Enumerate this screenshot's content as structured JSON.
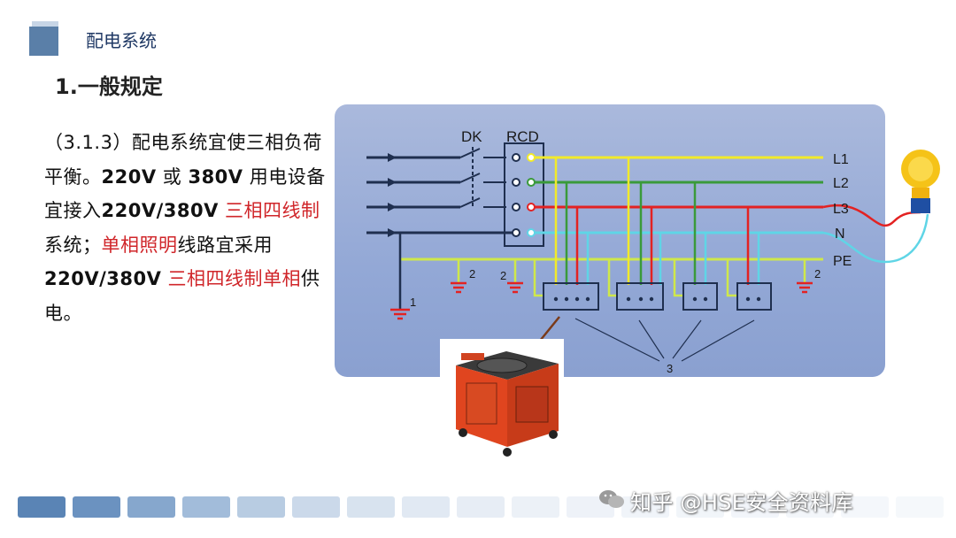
{
  "header": {
    "section_title": "配电系统",
    "heading": "1.一般规定"
  },
  "body": {
    "t1": "（3.1.3）配电系统宜使三相负荷平衡。",
    "t2": "220V",
    "t3": " 或 ",
    "t4": "380V",
    "t5": " 用电设备宜接入",
    "t6": "220V/380V",
    "t7": " 三相四线制",
    "t8": "系统；",
    "t9": "单相照明",
    "t10": "线路宜采用",
    "t11": "220V/380V",
    "t12": " 三相四线制单相",
    "t13": "供电。"
  },
  "diagram": {
    "switch_label": "DK",
    "rcd_label": "RCD",
    "lines": [
      "L1",
      "L2",
      "L3",
      "N",
      "PE"
    ],
    "ground_labels": [
      "1",
      "2",
      "2",
      "2"
    ],
    "box_label": "3",
    "colors": {
      "L1": "#f2ea2a",
      "L2": "#3a9a3a",
      "L3": "#e32222",
      "N": "#5fd5e6",
      "PE": "#cfe84a",
      "panel": "#9aafd9"
    }
  },
  "watermark": "知乎 @HSE安全资料库"
}
